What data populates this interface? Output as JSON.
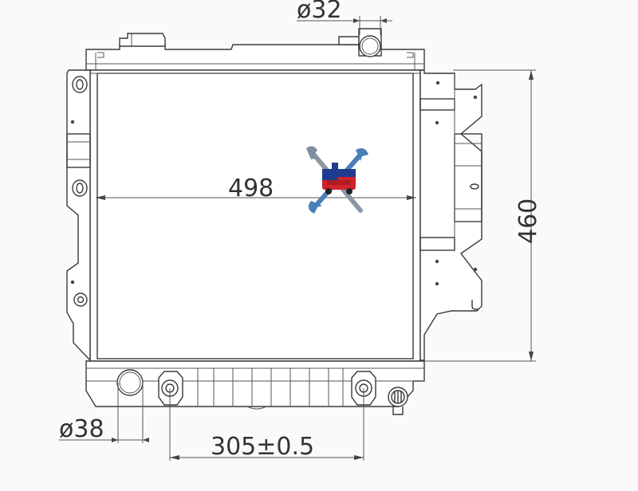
{
  "dimensions": {
    "top_pipe_diameter": "ø32",
    "core_width": "498",
    "core_height": "460",
    "bottom_pipe_diameter": "ø38",
    "outlet_spacing": "305±0.5"
  },
  "logo": {
    "name": "wrench-truck-logo",
    "colors": {
      "truck_body": "#d2232a",
      "truck_cab": "#1f3c8f",
      "wrench": "#4a7fb8"
    }
  }
}
